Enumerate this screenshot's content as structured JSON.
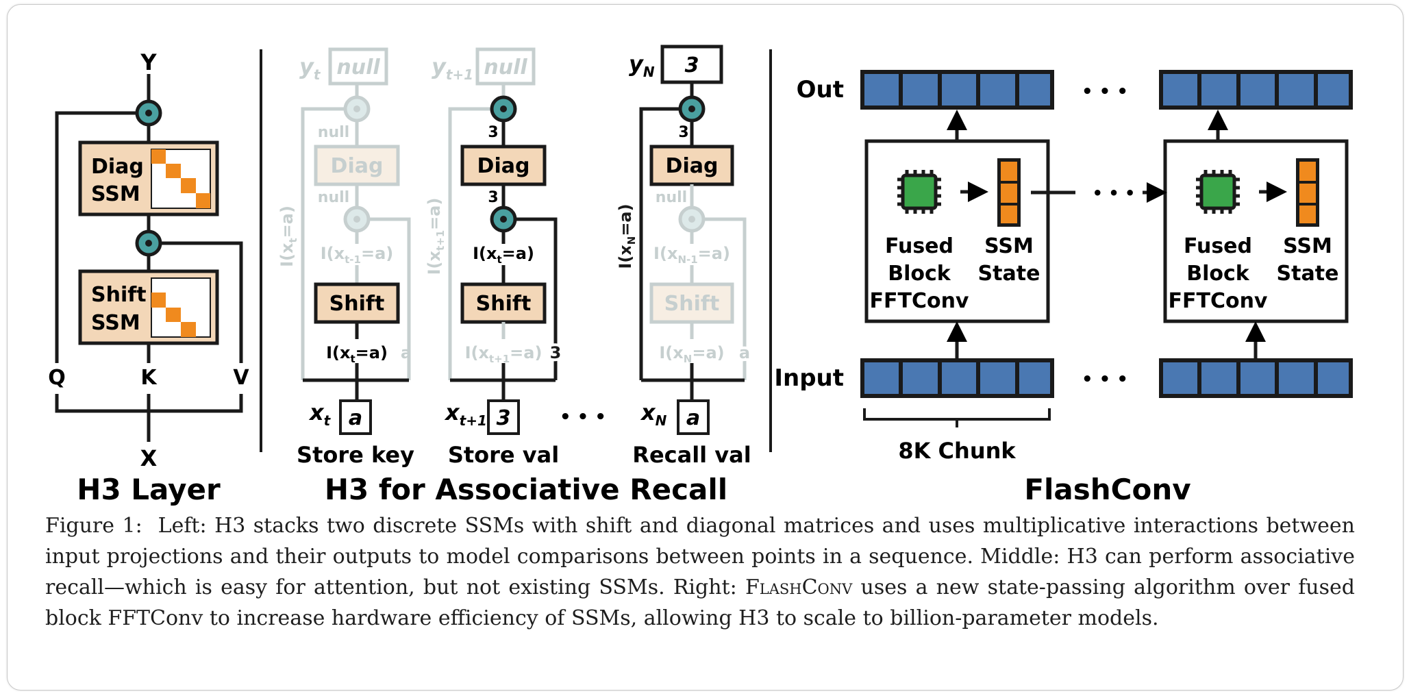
{
  "panels": {
    "h3_layer": {
      "title": "H3 Layer",
      "output_label": "Y",
      "input_label": "X",
      "q_label": "Q",
      "k_label": "K",
      "v_label": "V",
      "diag_line1": "Diag",
      "diag_line2": "SSM",
      "shift_line1": "Shift",
      "shift_line2": "SSM"
    },
    "associative_recall": {
      "title": "H3 for Associative Recall",
      "ellipsis": "• • •",
      "columns": [
        {
          "caption": "Store key",
          "x_sym": "x",
          "x_sub": "t",
          "x_value": "a",
          "y_sym": "y",
          "y_sub": "t",
          "y_value": "null",
          "diag": "Diag",
          "shift": "Shift",
          "above_diag": "null",
          "below_diag": "null",
          "left_expr": "I(x",
          "left_sub": "t",
          "left_tail": "=a)",
          "mid_expr": "I(x",
          "mid_sub": "t-1",
          "mid_tail": "=a)",
          "bottom_expr": "I(x",
          "bottom_sub": "t",
          "bottom_tail": "=a)",
          "right_value": "a"
        },
        {
          "caption": "Store val",
          "x_sym": "x",
          "x_sub": "t+1",
          "x_value": "3",
          "y_sym": "y",
          "y_sub": "t+1",
          "y_value": "null",
          "diag": "Diag",
          "shift": "Shift",
          "above_diag": "3",
          "below_diag": "3",
          "left_expr": "I(x",
          "left_sub": "t+1",
          "left_tail": "=a)",
          "mid_expr": "I(x",
          "mid_sub": "t",
          "mid_tail": "=a)",
          "bottom_expr": "I(x",
          "bottom_sub": "t+1",
          "bottom_tail": "=a)",
          "right_value": "3"
        },
        {
          "caption": "Recall val",
          "x_sym": "x",
          "x_sub": "N",
          "x_value": "a",
          "y_sym": "y",
          "y_sub": "N",
          "y_value": "3",
          "diag": "Diag",
          "shift": "Shift",
          "above_diag": "3",
          "below_diag": "null",
          "left_expr": "I(x",
          "left_sub": "N",
          "left_tail": "=a)",
          "mid_expr": "I(x",
          "mid_sub": "N-1",
          "mid_tail": "=a)",
          "bottom_expr": "I(x",
          "bottom_sub": "N",
          "bottom_tail": "=a)",
          "right_value": "a"
        }
      ]
    },
    "flashconv": {
      "title": "FlashConv",
      "out_label": "Out",
      "input_label": "Input",
      "chunk_label": "8K Chunk",
      "ellipsis": "• • •",
      "block_line1": "Fused",
      "block_line2": "Block",
      "block_line3": "FFTConv",
      "state_line1": "SSM",
      "state_line2": "State"
    }
  },
  "caption": {
    "label": "Figure 1:",
    "part1": "Left: H3 stacks two discrete SSMs with shift and diagonal matrices and uses multiplicative interactions between input projections and their outputs to model comparisons between points in a sequence. Middle: H3 can perform associative recall—which is easy for attention, but not existing SSMs. Right:",
    "smallcaps": "FlashConv",
    "part2": "uses a new state-passing algorithm over fused block FFTConv to increase hardware efficiency of SSMs, allowing H3 to scale to billion-parameter models."
  },
  "colors": {
    "ssm_fill": "#f3d7b8",
    "orange": "#f08a1e",
    "teal": "#4aa0a0",
    "blue_cell": "#4a78b2",
    "green_chip": "#3aa64a",
    "faded": "#c6cfcf"
  }
}
